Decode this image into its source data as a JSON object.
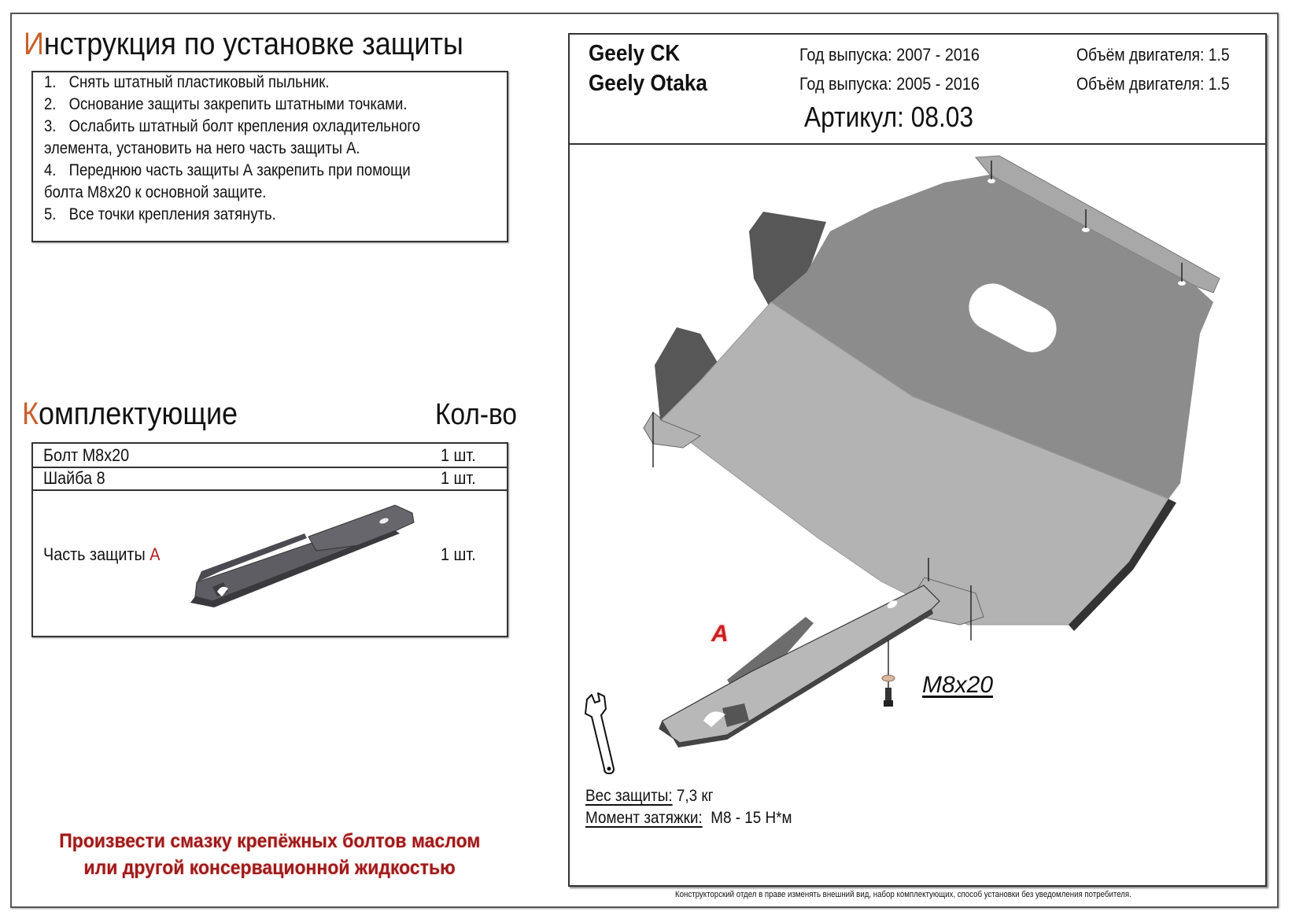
{
  "instructions": {
    "title_first_letter": "И",
    "title_rest": "нструкция по установке защиты",
    "steps": [
      {
        "num": "1.",
        "text": "Снять штатный пластиковый пыльник."
      },
      {
        "num": "2.",
        "text": "Основание защиты закрепить штатными точками."
      },
      {
        "num": "3.",
        "text": "Ослабить штатный болт крепления охладительного"
      },
      {
        "num": "",
        "text": "элемента, установить на него часть защиты А."
      },
      {
        "num": "4.",
        "text": "Переднюю часть защиты А закрепить при помощи"
      },
      {
        "num": "",
        "text": "болта М8х20 к основной защите."
      },
      {
        "num": "5.",
        "text": "Все точки крепления затянуть."
      }
    ]
  },
  "components": {
    "title_first_letter": "К",
    "title_rest": "омплектующие",
    "qty_header": "Кол-во",
    "items": [
      {
        "name": "Болт М8х20",
        "qty": "1 шт."
      },
      {
        "name": "Шайба 8",
        "qty": "1 шт."
      },
      {
        "name": "Часть защиты ",
        "name_highlight": "А",
        "qty": "1 шт."
      }
    ]
  },
  "warning": {
    "line1": "Произвести смазку крепёжных болтов маслом",
    "line2": "или другой консервационной жидкостью"
  },
  "header": {
    "vehicles": [
      {
        "model": "Geely CK",
        "years": "Год выпуска: 2007 - 2016",
        "engine": "Объём двигателя: 1.5"
      },
      {
        "model": "Geely Otaka",
        "years": "Год выпуска: 2005 - 2016",
        "engine": "Объём двигателя: 1.5"
      }
    ],
    "article": "Артикул: 08.03"
  },
  "diagram": {
    "part_label": "А",
    "bolt_label": "M8x20",
    "icons": [
      "skid-plate-illustration",
      "part-a-illustration",
      "bolt-washer-illustration",
      "wrench-icon"
    ]
  },
  "specs": {
    "weight_label": "Вес защиты:",
    "weight_value": " 7,3 кг",
    "torque_label": "Момент затяжки:",
    "torque_value": "  М8 - 15 Н*м"
  },
  "disclaimer": "Конструкторский отдел в праве изменять внешний вид, набор комплектующих, способ установки без уведомления потребителя.",
  "colors": {
    "accent_orange": "#c8602a",
    "warning_red": "#9c1a1a",
    "plate_light": "#b3b3b3",
    "plate_mid": "#8c8c8c",
    "plate_dark": "#575757"
  }
}
